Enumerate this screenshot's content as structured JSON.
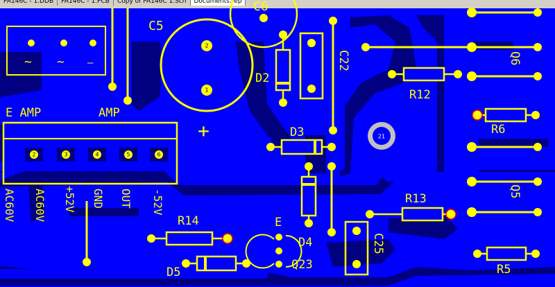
{
  "window": {
    "tabs": [
      {
        "label": "PA146C - 1.DDB",
        "active": false
      },
      {
        "label": "PA146C - 1.PCB",
        "active": false
      },
      {
        "label": "Copy of PA146C 1.Sch",
        "active": false
      },
      {
        "label": "Documents.rep",
        "active": true
      }
    ]
  },
  "colors": {
    "board": "#0000ff",
    "copper_dark": "#000080",
    "silkscreen": "#ffff00",
    "pad": "#ffff00",
    "via": "#c0c0c0",
    "highlight": "#ff0000"
  },
  "pcb": {
    "connector_labels": {
      "amp_left": "E AMP",
      "amp_right": "AMP",
      "pin_1": "AC60V",
      "pin_2": "AC60V",
      "pin_3": "+52V",
      "pin_4": "GND",
      "pin_5": "OUT",
      "pin_6": "-52V"
    },
    "pin_numbers": [
      "2",
      "3",
      "4",
      "5",
      "6"
    ],
    "components": {
      "c5": "C5",
      "c6": "C6",
      "d2": "D2",
      "c22": "C22",
      "d3": "D3",
      "r12": "R12",
      "q6": "Q6",
      "r6": "R6",
      "r13": "R13",
      "q5": "Q5",
      "r14": "R14",
      "d4": "D4",
      "e": "E",
      "c25": "C25",
      "d5": "D5",
      "q23": "Q23",
      "r5": "R5"
    },
    "cap_pins": {
      "pin_1": "1",
      "pin_2": "2"
    },
    "via_label": "21",
    "polarity_plus": "+",
    "ac_symbol": "~",
    "dash_symbol": "—"
  }
}
